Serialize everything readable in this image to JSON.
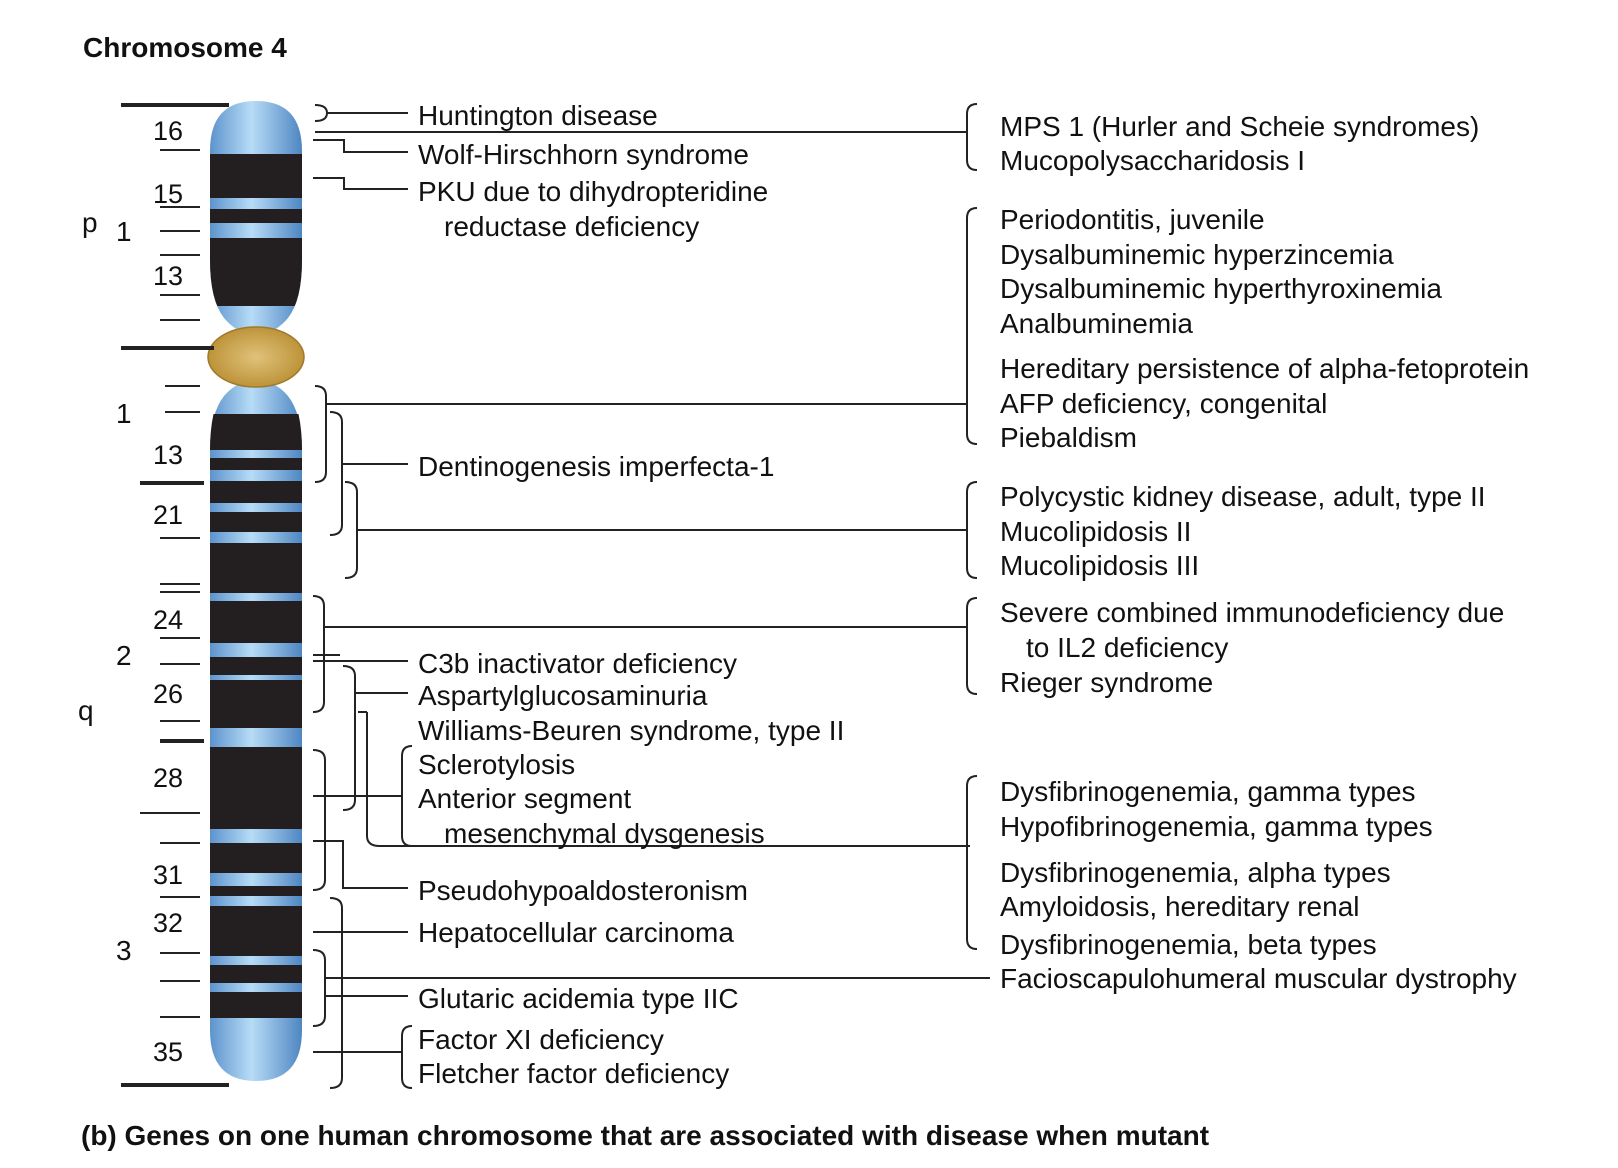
{
  "title": "Chromosome 4",
  "caption": "(b)  Genes on one human chromosome that are associated with disease when mutant",
  "colors": {
    "arm_blue": "#8fbfe9",
    "band_dark": "#231f20",
    "centromere": "#c9a34a",
    "line": "#222222"
  },
  "arms": {
    "p": "p",
    "q": "q"
  },
  "regions": {
    "p1": "1",
    "q1": "1",
    "q2": "2",
    "q3": "3"
  },
  "bands": {
    "p16": "16",
    "p15": "15",
    "p13": "13",
    "q13": "13",
    "q21": "21",
    "q24": "24",
    "q26": "26",
    "q28": "28",
    "q31": "31",
    "q32": "32",
    "q35": "35"
  },
  "left_labels": {
    "huntington": "Huntington disease",
    "wolf": "Wolf-Hirschhorn syndrome",
    "pku_1": "PKU due to dihydropteridine",
    "pku_2": "reductase deficiency",
    "dentino": "Dentinogenesis imperfecta-1",
    "c3b": "C3b inactivator deficiency",
    "aspartyl": "Aspartylglucosaminuria",
    "williams": "Williams-Beuren syndrome, type II",
    "sclero": "Sclerotylosis",
    "anterior_1": "Anterior segment",
    "anterior_2": "mesenchymal dysgenesis",
    "pseudo": "Pseudohypoaldosteronism",
    "hepato": "Hepatocellular carcinoma",
    "glutaric": "Glutaric acidemia type IIC",
    "factor11": "Factor XI deficiency",
    "fletcher": "Fletcher factor deficiency"
  },
  "right_labels": {
    "mps1": "MPS 1 (Hurler and Scheie syndromes)",
    "mucopoly": "Mucopolysaccharidosis I",
    "periodontitis": "Periodontitis, juvenile",
    "dys_zinc": "Dysalbuminemic hyperzincemia",
    "dys_thyrox": "Dysalbuminemic hyperthyroxinemia",
    "analbumin": "Analbuminemia",
    "hered_afp": "Hereditary persistence of alpha-fetoprotein",
    "afp_def": "AFP deficiency, congenital",
    "piebald": "Piebaldism",
    "polycystic": "Polycystic kidney disease, adult, type II",
    "mucolip2": "Mucolipidosis II",
    "mucolip3": "Mucolipidosis III",
    "scid_1": "Severe combined immunodeficiency due",
    "scid_2": "to IL2 deficiency",
    "rieger": "Rieger syndrome",
    "dysfib_gamma": "Dysfibrinogenemia, gamma types",
    "hypofib_gamma": "Hypofibrinogenemia, gamma types",
    "dysfib_alpha": "Dysfibrinogenemia, alpha types",
    "amyloid": "Amyloidosis, hereditary renal",
    "dysfib_beta": "Dysfibrinogenemia, beta types",
    "fshd": "Facioscapulohumeral muscular dystrophy"
  }
}
